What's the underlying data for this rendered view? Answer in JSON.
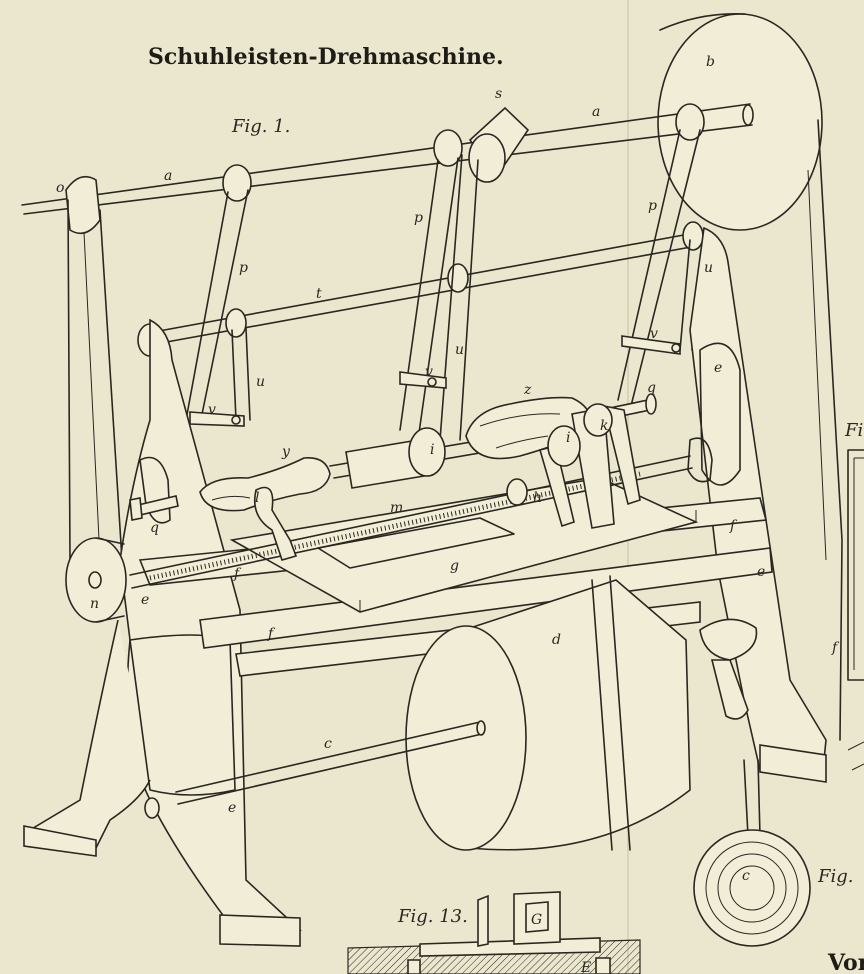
{
  "plate": {
    "title": "Schuhleisten-Drehmaschine.",
    "paper_color": "#ebe7cf",
    "ink_color": "#2a2720"
  },
  "figures": {
    "fig1_caption": "Fig. 1.",
    "fig13_caption": "Fig. 13.",
    "right_caption": "Fig.",
    "right_top_caption": "Fig",
    "bottom_right_text": "Vor"
  },
  "labels": {
    "a1": "a",
    "a2": "a",
    "b": "b",
    "c": "c",
    "c2": "c",
    "d": "d",
    "e1": "e",
    "e2": "e",
    "e3": "e",
    "e4": "e",
    "f1": "f",
    "f2": "f",
    "f3": "f",
    "f4": "f",
    "g": "g",
    "h": "h",
    "i": "i",
    "k": "k",
    "l": "l",
    "m": "m",
    "n": "n",
    "o": "o",
    "p1": "p",
    "p2": "p",
    "p3": "p",
    "q1": "q",
    "q2": "q",
    "s": "s",
    "t": "t",
    "u1": "u",
    "u2": "u",
    "u3": "u",
    "v1": "v",
    "v2": "v",
    "v3": "v",
    "y": "y",
    "z": "z",
    "G": "G",
    "E": "E"
  }
}
